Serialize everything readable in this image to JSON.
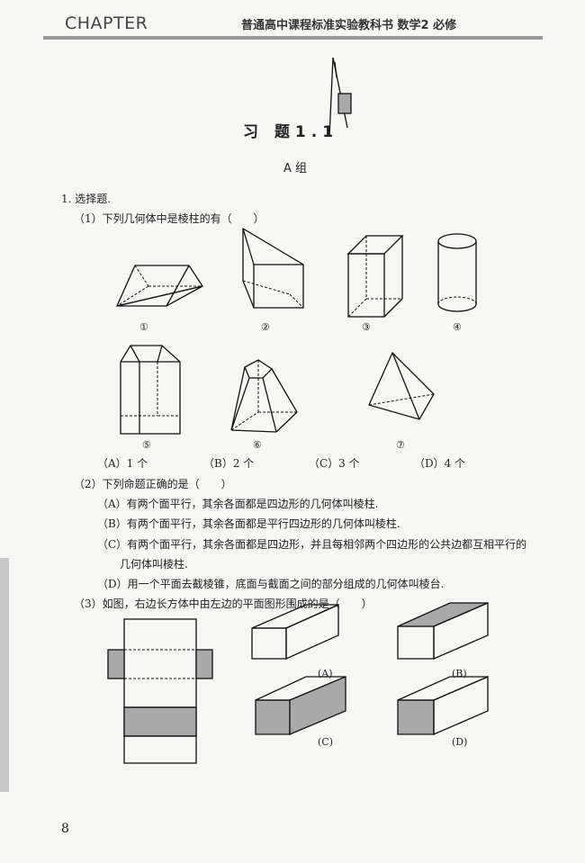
{
  "header": {
    "chapter": "CHAPTER",
    "series": "普通高中课程标准实验教科书  数学2  必修"
  },
  "title": "习 题1.1",
  "group": "A  组",
  "q1": {
    "stem": "1. 选择题.",
    "p1": "（1）下列几何体中是棱柱的有（　　）",
    "fig_labels": [
      "①",
      "②",
      "③",
      "④",
      "⑤",
      "⑥",
      "⑦"
    ],
    "options": [
      "（A）1 个",
      "（B）2 个",
      "（C）3 个",
      "（D）4 个"
    ],
    "p2": "（2）下列命题正确的是（　　）",
    "p2_options": [
      "（A）有两个面平行，其余各面都是四边形的几何体叫棱柱.",
      "（B）有两个面平行，其余各面都是平行四边形的几何体叫棱柱.",
      "（C）有两个面平行，其余各面都是四边形，并且每相邻两个四边形的公共边都互相平行的",
      "几何体叫棱柱.",
      "（D）用一个平面去截棱锥，底面与截面之间的部分组成的几何体叫棱台."
    ],
    "p3": "（3）如图，右边长方体中由左边的平面图形围成的是（　　）",
    "p3_labels": [
      "(A)",
      "(B)",
      "(C)",
      "(D)"
    ]
  },
  "page_number": "8"
}
